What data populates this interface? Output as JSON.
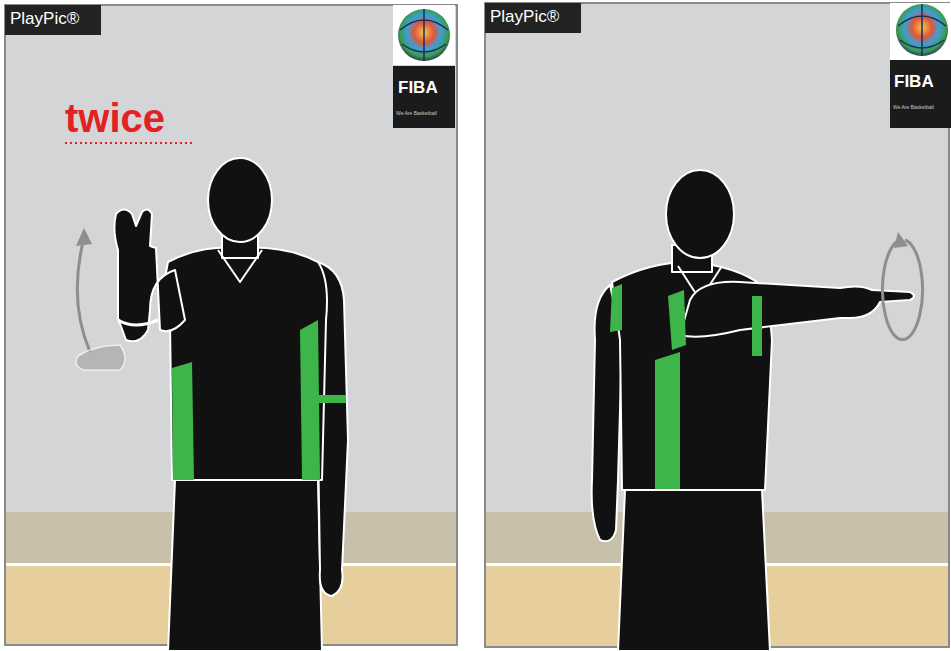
{
  "diagram": {
    "labels": [
      "PlayPic®",
      "twice",
      "FIBA",
      "We Are Basketball",
      "PlayPic®",
      "FIBA",
      "We Are Basketball"
    ]
  }
}
